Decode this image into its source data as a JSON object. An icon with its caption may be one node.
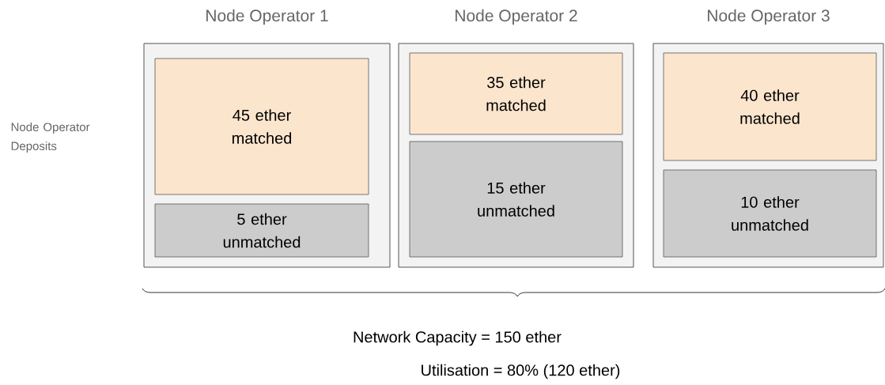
{
  "diagram": {
    "nodes": [
      {
        "text": [
          "Node Operator 1"
        ]
      },
      {
        "text": [
          "45 ether matched"
        ],
        "in": 0
      },
      {
        "text": [
          "5 ether unmatched"
        ],
        "in": 0
      },
      {
        "text": [
          "Node Operator 2"
        ]
      },
      {
        "text": [
          "35 ether matched"
        ],
        "in": 3
      },
      {
        "text": [
          "15 ether unmatched"
        ],
        "in": 3
      },
      {
        "text": [
          "Node Operator 3"
        ]
      },
      {
        "text": [
          "40 ether matched"
        ],
        "in": 6
      },
      {
        "text": [
          "10 ether unmatched"
        ],
        "in": 6
      }
    ],
    "labels": [
      "Node Operator Deposits",
      "Network Capacity = 150 ether",
      "Utilisation = 80% (120 ether)"
    ]
  }
}
